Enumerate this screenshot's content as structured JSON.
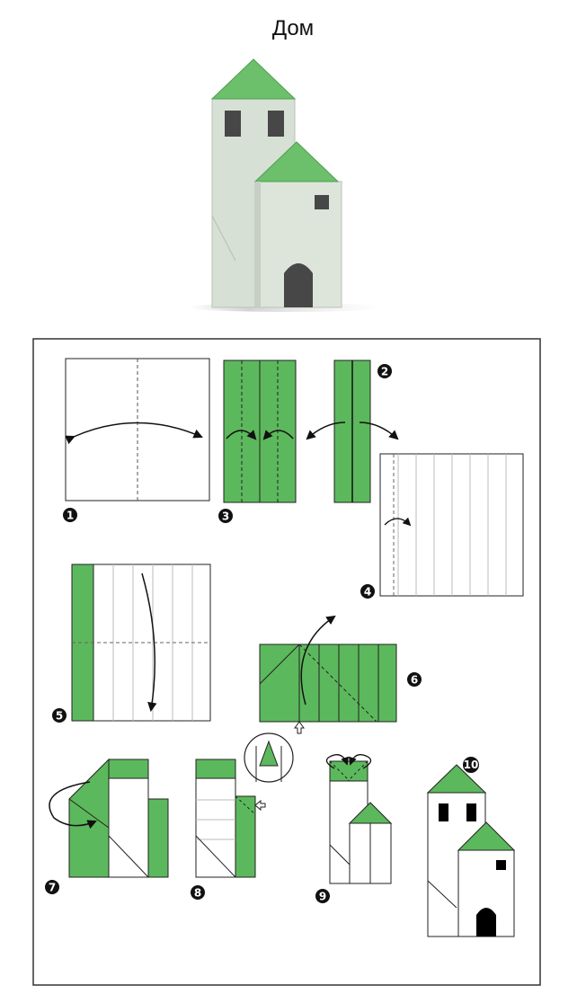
{
  "title": "Дом",
  "colors": {
    "paper_green": "#5cb85c",
    "green_light": "#7ccb7c",
    "paper_white": "#ffffff",
    "photo_body": "#d6dfd4",
    "photo_roof": "#6cc06c",
    "window": "#444444",
    "line": "#222222",
    "border": "#333333"
  },
  "steps": [
    {
      "label": "1"
    },
    {
      "label": "2"
    },
    {
      "label": "3"
    },
    {
      "label": "4"
    },
    {
      "label": "5"
    },
    {
      "label": "6"
    },
    {
      "label": "7"
    },
    {
      "label": "8"
    },
    {
      "label": "9"
    },
    {
      "label": "10"
    }
  ],
  "icons": [
    "arrow-fold-icon",
    "arrow-turn-over-icon",
    "push-arrow-icon",
    "zoom-detail-icon"
  ]
}
